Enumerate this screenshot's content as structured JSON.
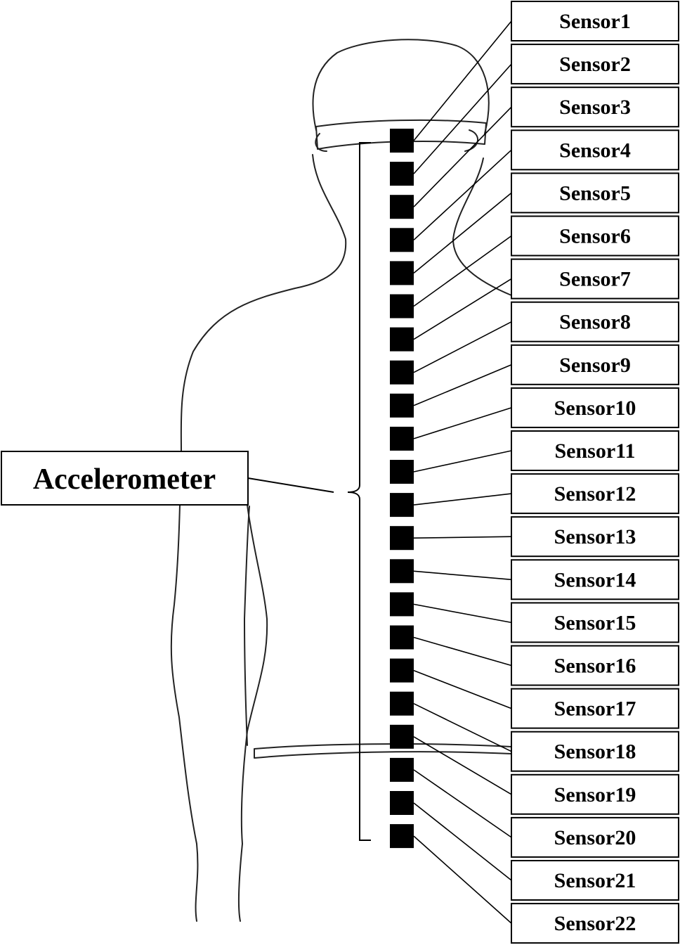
{
  "figure": {
    "group_label": "Accelerometer",
    "sensors": [
      {
        "label": "Sensor1"
      },
      {
        "label": "Sensor2"
      },
      {
        "label": "Sensor3"
      },
      {
        "label": "Sensor4"
      },
      {
        "label": "Sensor5"
      },
      {
        "label": "Sensor6"
      },
      {
        "label": "Sensor7"
      },
      {
        "label": "Sensor8"
      },
      {
        "label": "Sensor9"
      },
      {
        "label": "Sensor10"
      },
      {
        "label": "Sensor11"
      },
      {
        "label": "Sensor12"
      },
      {
        "label": "Sensor13"
      },
      {
        "label": "Sensor14"
      },
      {
        "label": "Sensor15"
      },
      {
        "label": "Sensor16"
      },
      {
        "label": "Sensor17"
      },
      {
        "label": "Sensor18"
      },
      {
        "label": "Sensor19"
      },
      {
        "label": "Sensor20"
      },
      {
        "label": "Sensor21"
      },
      {
        "label": "Sensor22"
      }
    ]
  }
}
